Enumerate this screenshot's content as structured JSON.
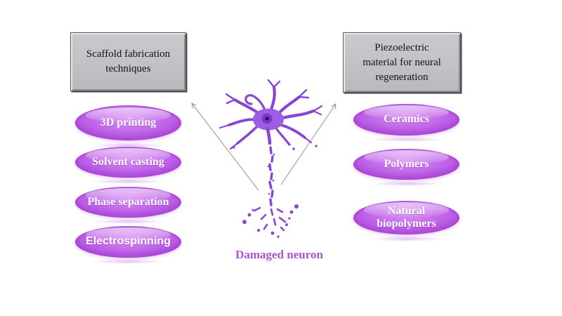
{
  "diagram": {
    "left_box": {
      "label": "Scaffold fabrication\ntechniques"
    },
    "right_box": {
      "label": "Piezoelectric\nmaterial for neural\nregeneration"
    },
    "left_column": {
      "items": [
        {
          "label": "3D printing"
        },
        {
          "label": "Solvent casting"
        },
        {
          "label": "Phase separation"
        },
        {
          "label": "Electrospinning"
        }
      ]
    },
    "right_column": {
      "items": [
        {
          "label": "Ceramics"
        },
        {
          "label": "Polymers"
        },
        {
          "label": "Natural\nbiopolymers"
        }
      ]
    },
    "center": {
      "caption": "Damaged neuron"
    },
    "colors": {
      "ellipse_fill": "#c167e9",
      "ellipse_rim": "#ad49dd",
      "ellipse_gloss": "#d98ff2",
      "neuron_purple": "#8a45d5",
      "soma_fill": "#9c5ee4",
      "nucleus_fill": "#7c36c9",
      "nucleus_dot": "#2e0c52",
      "caption_purple": "#ab53d4",
      "arrow_gray": "#9b9b9b",
      "box_fill": "#c2c1c6"
    }
  }
}
